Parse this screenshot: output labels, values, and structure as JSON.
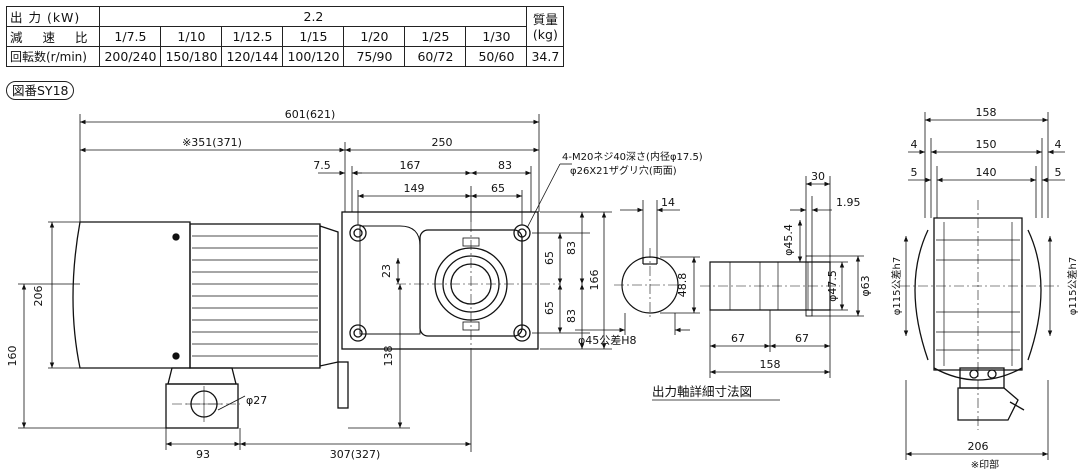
{
  "spec_table": {
    "output_label": "出 力 (kW)",
    "output_value": "2.2",
    "ratio_label": "減 速 比",
    "ratios": [
      "1/7.5",
      "1/10",
      "1/12.5",
      "1/15",
      "1/20",
      "1/25",
      "1/30"
    ],
    "speed_label": "回転数(r/min)",
    "speeds": [
      "200/240",
      "150/180",
      "120/144",
      "100/120",
      "75/90",
      "60/72",
      "50/60"
    ],
    "mass_label_1": "質量",
    "mass_label_2": "(kg)",
    "mass_value": "34.7"
  },
  "figure_label": "図番SY18",
  "dims": {
    "overall": "601(621)",
    "motor_len": "※351(371)",
    "gear_len": "250",
    "d7_5": "7.5",
    "d167": "167",
    "d83_top": "83",
    "d149": "149",
    "d65_top": "65",
    "h206": "206",
    "h160": "160",
    "d23": "23",
    "v65a": "65",
    "v83a": "83",
    "v166": "166",
    "v65b": "65",
    "v83b": "83",
    "v138": "138",
    "d93": "93",
    "d307": "307(327)",
    "phi27": "φ27",
    "tap_note_1": "4-M20ネジ40深さ(内径φ17.5)",
    "tap_note_2": "φ26X21ザグリ穴(両面)",
    "key14": "14",
    "shaft48_8": "48.8",
    "shaft_phi45": "φ45公差H8",
    "d30": "30",
    "d1_95": "1.95",
    "phi45_4": "φ45.4",
    "phi47_5": "φ47.5",
    "phi63": "φ63",
    "d67a": "67",
    "d67b": "67",
    "d158_shaft": "158",
    "shaft_detail_title": "出力軸詳細寸法図",
    "d158_right": "158",
    "d4a": "4",
    "d150": "150",
    "d4b": "4",
    "d5a": "5",
    "d140": "140",
    "d5b": "5",
    "phi115_l": "φ115公差h7",
    "phi115_r": "φ115公差h7",
    "d206_bottom": "206",
    "footnote": "※印部"
  }
}
